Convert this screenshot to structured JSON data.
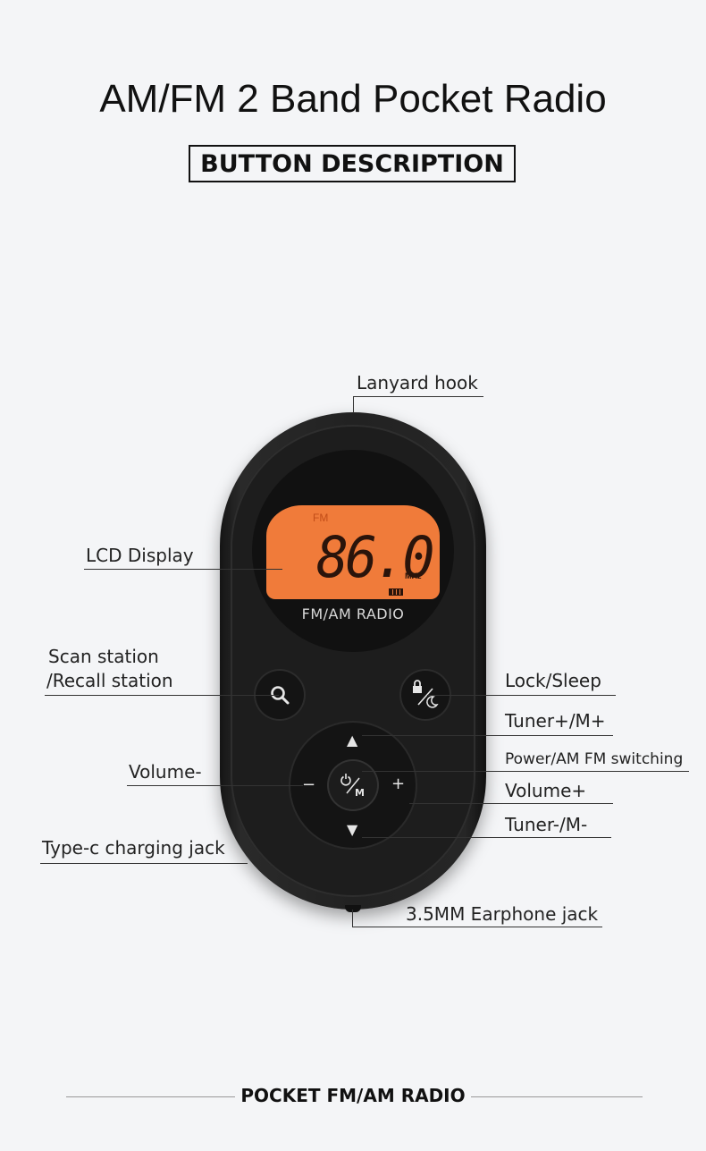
{
  "header": {
    "title": "AM/FM 2 Band Pocket Radio",
    "subtitle": "BUTTON DESCRIPTION"
  },
  "device": {
    "lcd_band": "FM",
    "lcd_frequency": "86.0",
    "lcd_unit": "MHz",
    "brand_label": "FM/AM RADIO",
    "dpad_minus": "−",
    "dpad_plus": "+",
    "colors": {
      "body": "#222222",
      "lcd_backlight": "#f07b3a"
    }
  },
  "callouts": {
    "lanyard_hook": "Lanyard hook",
    "lcd_display": "LCD Display",
    "scan_station_line1": "Scan station",
    "scan_station_line2": "/Recall station",
    "lock_sleep": "Lock/Sleep",
    "tuner_plus": "Tuner+/M+",
    "power_switch": "Power/AM FM switching",
    "volume_minus": "Volume-",
    "volume_plus": "Volume+",
    "tuner_minus": "Tuner-/M-",
    "typec_jack": "Type-c charging jack",
    "earphone_jack": "3.5MM Earphone jack"
  },
  "footer": {
    "label": "POCKET FM/AM RADIO"
  },
  "icons": [
    "search-icon",
    "lock-icon",
    "sleep-moon-icon",
    "power-icon",
    "up-arrow-icon",
    "down-arrow-icon"
  ]
}
